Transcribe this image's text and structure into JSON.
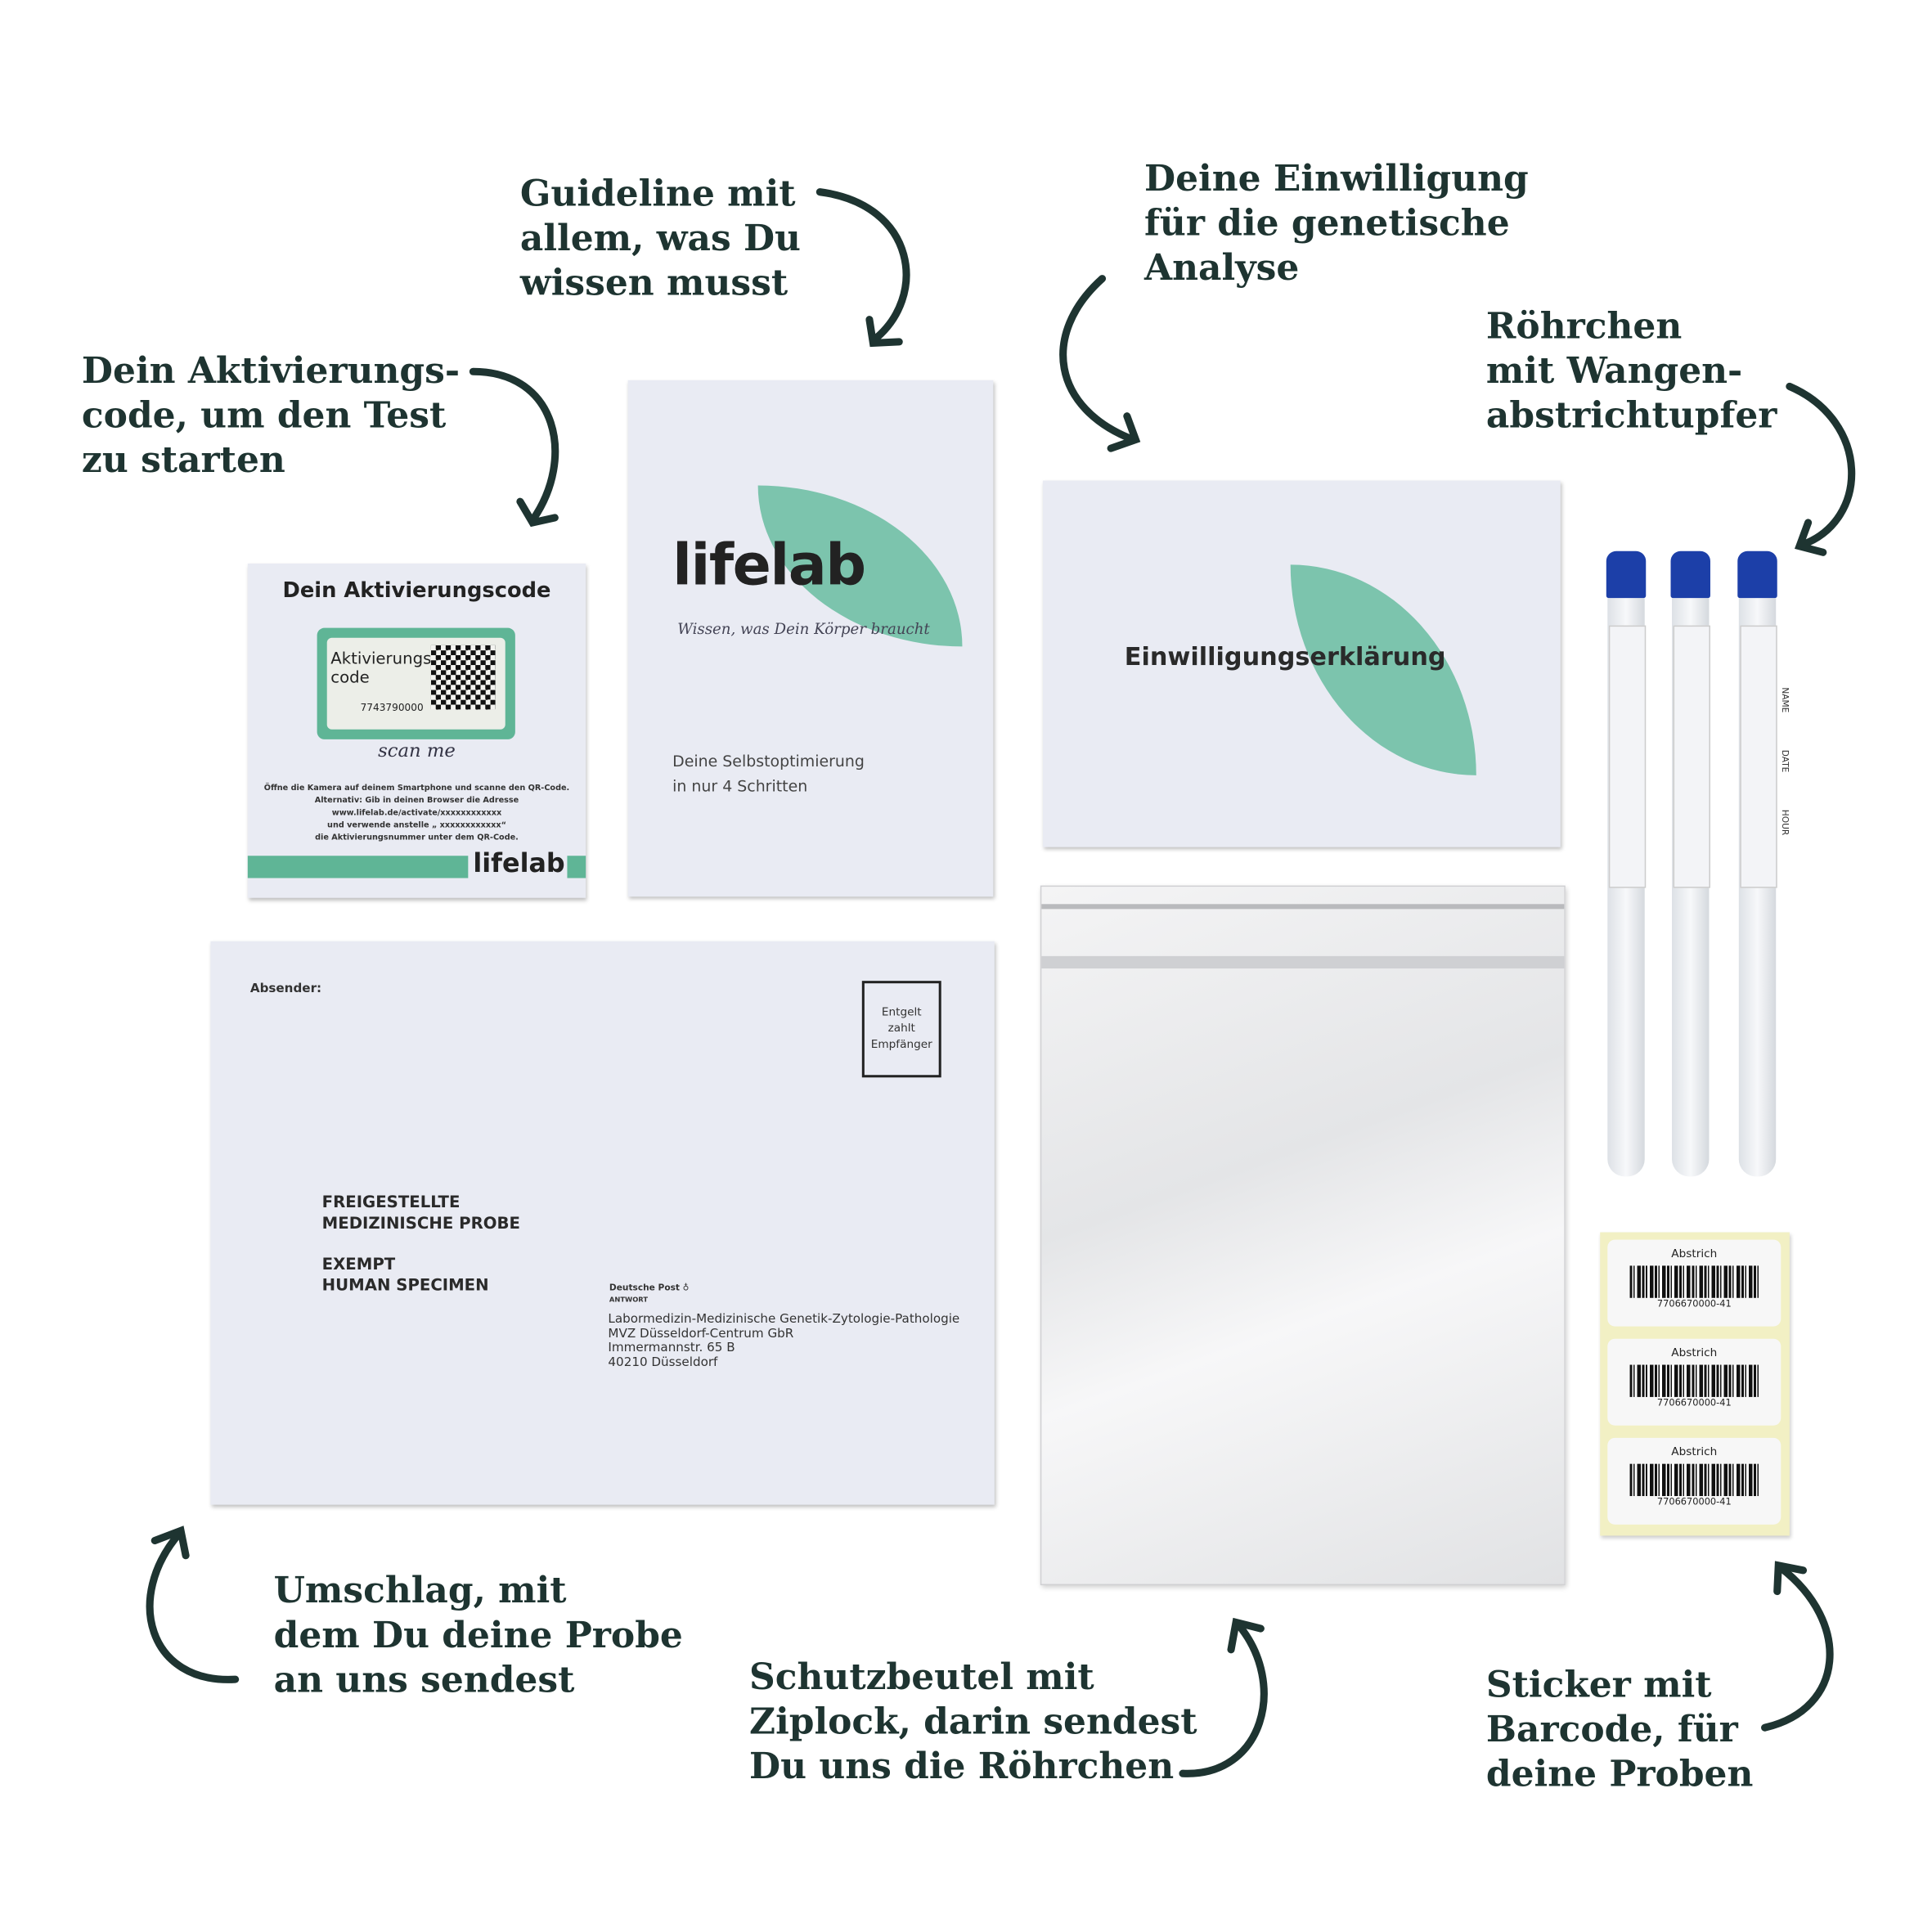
{
  "labels": {
    "activation": "Dein Aktivierungs-\ncode, um den Test\nzu starten",
    "guideline": "Guideline mit\nallem, was Du\nwissen musst",
    "consent": "Deine Einwilligung\nfür die genetische\nAnalyse",
    "tubes": "Röhrchen\nmit Wangen-\nabstrichtupfer",
    "envelope": "Umschlag, mit\ndem Du deine Probe\nan uns sendest",
    "bag": "Schutzbeutel mit\nZiplock, darin sendest\nDu uns die Röhrchen",
    "stickers": "Sticker mit\nBarcode, für\ndeine Proben"
  },
  "activation_card": {
    "title": "Dein Aktivierungscode",
    "sticker_label": "Aktivierungs\ncode",
    "code": "7743790000",
    "scan": "scan me",
    "instructions": "Öffne die Kamera auf deinem Smartphone und scanne den QR-Code.\nAlternativ: Gib in deinen Browser die Adresse\nwww.lifelab.de/activate/xxxxxxxxxxxx\nund verwende anstelle „ xxxxxxxxxxxx“\ndie Aktivierungsnummer unter dem QR-Code.",
    "logo": "lifelab"
  },
  "guideline": {
    "logo": "lifelab",
    "tagline": "Wissen, was Dein Körper braucht",
    "subtitle": "Deine Selbstoptimierung\nin nur 4 Schritten"
  },
  "consent": {
    "title": "Einwilligungserklärung"
  },
  "envelope": {
    "sender": "Absender:",
    "postage": "Entgelt\nzahlt\nEmpfänger",
    "exempt_de": "FREIGESTELLTE\nMEDIZINISCHE PROBE",
    "exempt_en": "EXEMPT\nHUMAN SPECIMEN",
    "post": "Deutsche Post",
    "antwort": "ANTWORT",
    "address": "Labormedizin-Medizinische Genetik-Zytologie-Pathologie\nMVZ Düsseldorf-Centrum GbR\nImmermannstr. 65 B\n40210 Düsseldorf"
  },
  "tubes": {
    "fields": [
      "NAME",
      "DATE",
      "HOUR"
    ]
  },
  "stickers": [
    {
      "label": "Abstrich",
      "code": "7706670000-41"
    },
    {
      "label": "Abstrich",
      "code": "7706670000-41"
    },
    {
      "label": "Abstrich",
      "code": "7706670000-41"
    }
  ],
  "colors": {
    "accent": "#7cc4ad",
    "text": "#1e3431",
    "tube_cap": "#1c3fa8"
  }
}
